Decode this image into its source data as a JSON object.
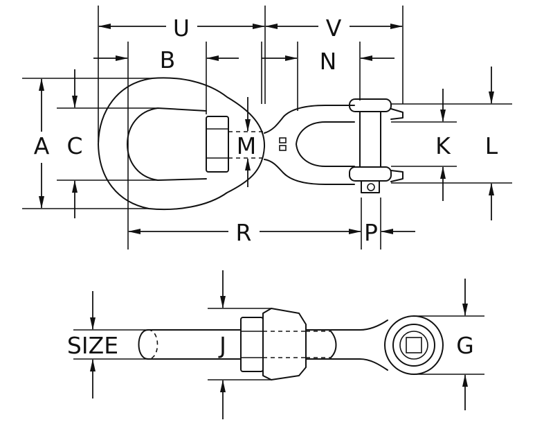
{
  "figure": {
    "labels": {
      "U": "U",
      "V": "V",
      "B": "B",
      "N": "N",
      "A": "A",
      "C": "C",
      "M": "M",
      "K": "K",
      "L": "L",
      "R": "R",
      "P": "P",
      "SIZE": "SIZE",
      "J": "J",
      "G": "G"
    }
  }
}
